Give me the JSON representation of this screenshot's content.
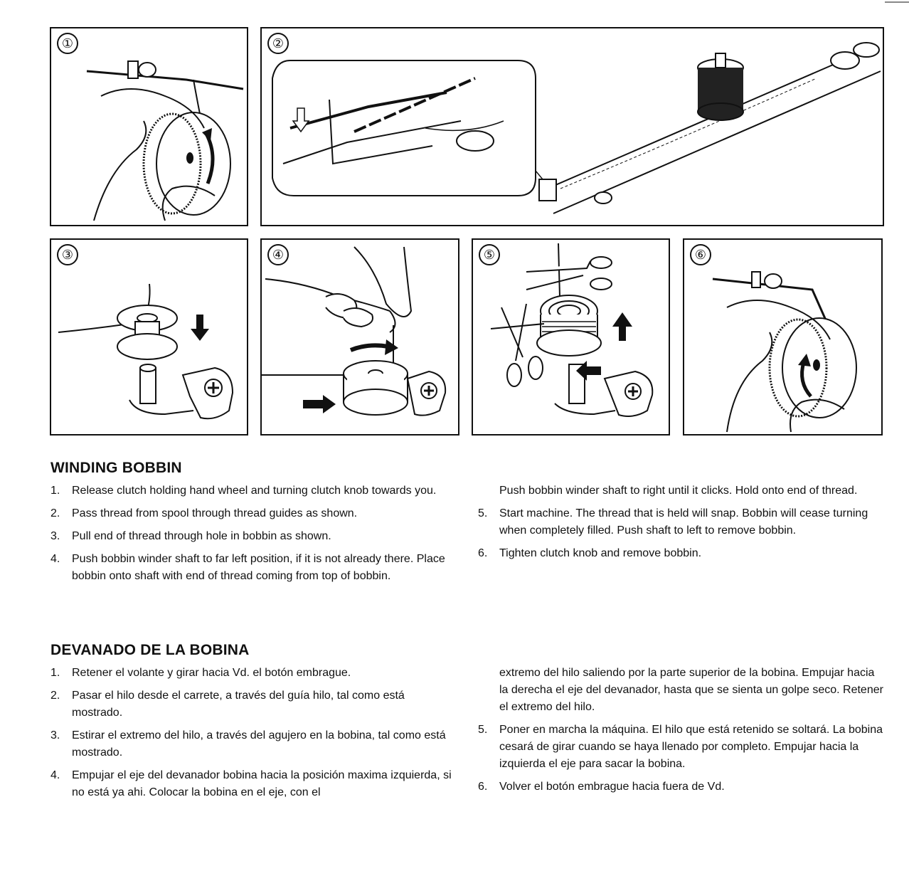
{
  "panels": [
    {
      "number": "①",
      "icon": "hand-wheel-illustration"
    },
    {
      "number": "②",
      "icon": "thread-path-illustration"
    },
    {
      "number": "③",
      "icon": "bobbin-placement-illustration"
    },
    {
      "number": "④",
      "icon": "bobbin-shaft-push-illustration"
    },
    {
      "number": "⑤",
      "icon": "cut-thread-illustration"
    },
    {
      "number": "⑥",
      "icon": "tighten-clutch-illustration"
    }
  ],
  "english": {
    "title": "WINDING BOBBIN",
    "items": [
      {
        "n": "1.",
        "text": "Release clutch holding hand wheel and turning clutch knob towards you."
      },
      {
        "n": "2.",
        "text": "Pass thread from spool through thread guides as shown."
      },
      {
        "n": "3.",
        "text": "Pull end of thread through hole in bobbin as shown."
      },
      {
        "n": "4.",
        "text": "Push bobbin winder shaft to far left position, if it is not already there. Place bobbin onto shaft with end of thread coming from top of bobbin."
      }
    ],
    "continuation": "Push bobbin winder shaft to right until it clicks. Hold onto end of thread.",
    "items_right": [
      {
        "n": "5.",
        "text": "Start machine. The thread that is held will snap. Bobbin will cease turning when completely filled. Push shaft to left to remove bobbin."
      },
      {
        "n": "6.",
        "text": "Tighten clutch knob and remove bobbin."
      }
    ]
  },
  "spanish": {
    "title": "DEVANADO DE LA BOBINA",
    "items": [
      {
        "n": "1.",
        "text": "Retener el volante y girar hacia Vd. el botón embrague."
      },
      {
        "n": "2.",
        "text": "Pasar el hilo desde el carrete, a través del guía hilo, tal como está mostrado."
      },
      {
        "n": "3.",
        "text": "Estirar el extremo del hilo, a través del agujero en la bobina, tal como está mostrado."
      },
      {
        "n": "4.",
        "text": "Empujar el eje del devanador bobina hacia la posición maxima izquierda, si no está ya ahi. Colocar la bobina en el eje, con el"
      }
    ],
    "continuation": "extremo del hilo saliendo por la parte superior de la bobina. Empujar hacia la derecha el eje del devanador, hasta que se sienta un golpe seco. Retener el extremo del hilo.",
    "items_right": [
      {
        "n": "5.",
        "text": "Poner en marcha la máquina. El hilo que está retenido se soltará. La bobina cesará de girar cuando se haya llenado por completo. Empujar hacia la izquierda el eje para sacar la bobina."
      },
      {
        "n": "6.",
        "text": "Volver el botón embrague hacia fuera de Vd."
      }
    ]
  }
}
